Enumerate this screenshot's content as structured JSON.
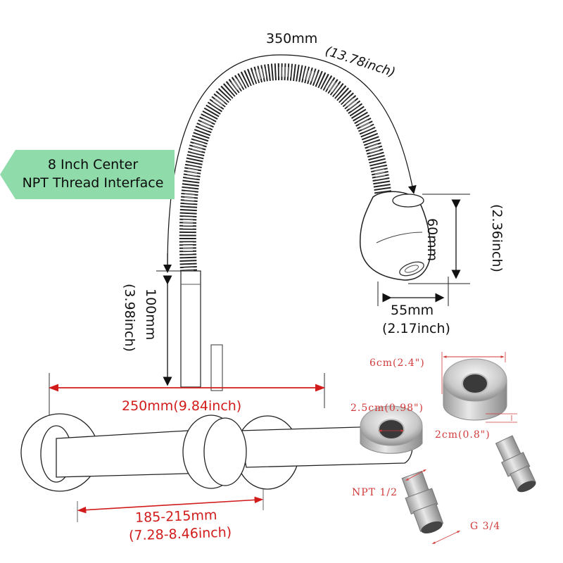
{
  "colors": {
    "callout_fill": "#8fdbaa",
    "red_dimension": "#d21c1c",
    "parts_label": "#d03a3a",
    "line": "#111111"
  },
  "callout": {
    "line1": "8 Inch Center",
    "line2": "NPT Thread Interface",
    "icon": "left-pointing-tag"
  },
  "dimensions": {
    "hose_length": {
      "mm": "350mm",
      "inch": "(13.78inch)"
    },
    "spray_head_height": {
      "mm": "60mm",
      "inch": "(2.36inch)"
    },
    "spray_head_width": {
      "mm": "55mm",
      "inch": "(2.17inch)"
    },
    "spout_height": {
      "mm": "100mm",
      "inch": "(3.98inch)"
    },
    "overall_width": {
      "label": "250mm(9.84inch)"
    },
    "center_distance": {
      "mm": "185-215mm",
      "inch": "(7.28-8.46inch)"
    }
  },
  "accessories": {
    "flange_outer_diameter": "6cm(2.4\")",
    "flange_inner_diameter": "2.5cm(0.98\")",
    "flange_thickness": "2cm(0.8\")",
    "adapter_thread_top": "NPT 1/2",
    "adapter_thread_bottom": "G 3/4"
  }
}
